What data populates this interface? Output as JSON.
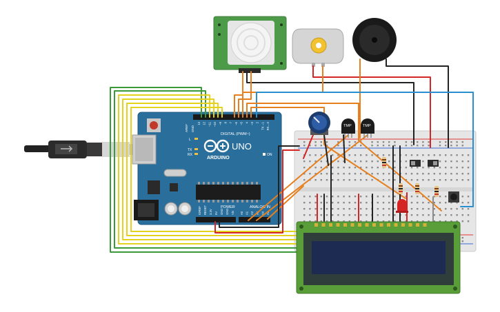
{
  "colors": {
    "arduino_board": "#2a6f9c",
    "breadboard": "#e6e6e6",
    "lcd_pcb": "#5a9e3a",
    "lcd_screen": "#1d2b52",
    "pir_pcb": "#4d9a48",
    "wire_green": "#3a9a3a",
    "wire_yellow": "#e4d21d",
    "wire_orange": "#e6801e",
    "wire_red": "#d42424",
    "wire_black": "#222222",
    "wire_blue": "#2a8fd0",
    "wire_gray": "#8a8a8a"
  },
  "arduino": {
    "brand": "ARDUINO",
    "model": "UNO",
    "digital_header": "DIGITAL (PWM~)",
    "power_header": "POWER",
    "analog_header": "ANALOG IN",
    "aref": "AREF",
    "gnd": "GND",
    "on_led": "ON",
    "l_led": "L",
    "tx": "TX",
    "rx": "RX",
    "pins_digital": [
      "13",
      "12",
      "~11",
      "~10",
      "~9",
      "8",
      "7",
      "~6",
      "~5",
      "4",
      "~3",
      "2",
      "TX→1",
      "RX←0"
    ],
    "pins_power": [
      "IOREF",
      "RESET",
      "3.3V",
      "5V",
      "GND",
      "GND",
      "Vin"
    ],
    "pins_analog": [
      "A0",
      "A1",
      "A2",
      "A3",
      "A4",
      "A5"
    ]
  },
  "sensors": {
    "temp1_label": "TMP",
    "temp2_label": "TMP"
  },
  "icons": {
    "usb_cable": "usb-cable-icon",
    "pir_sensor": "pir-motion-sensor-icon",
    "dc_motor": "dc-motor-icon",
    "buzzer": "piezo-buzzer-icon",
    "potentiometer": "potentiometer-icon",
    "lcd": "lcd-16x2-icon"
  }
}
